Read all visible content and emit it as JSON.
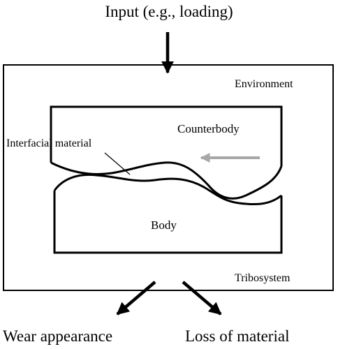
{
  "labels": {
    "input": "Input (e.g., loading)",
    "environment": "Environment",
    "counterbody": "Counterbody",
    "interfacial_material": "Interfacial material",
    "body": "Body",
    "tribosystem": "Tribosystem",
    "wear_appearance": "Wear appearance",
    "loss_of_material": "Loss of material"
  },
  "colors": {
    "line": "#000000",
    "motion_arrow": "#a8a8a8",
    "background": "#ffffff"
  },
  "icons": {
    "motion_arrow": "left-arrow-icon"
  }
}
